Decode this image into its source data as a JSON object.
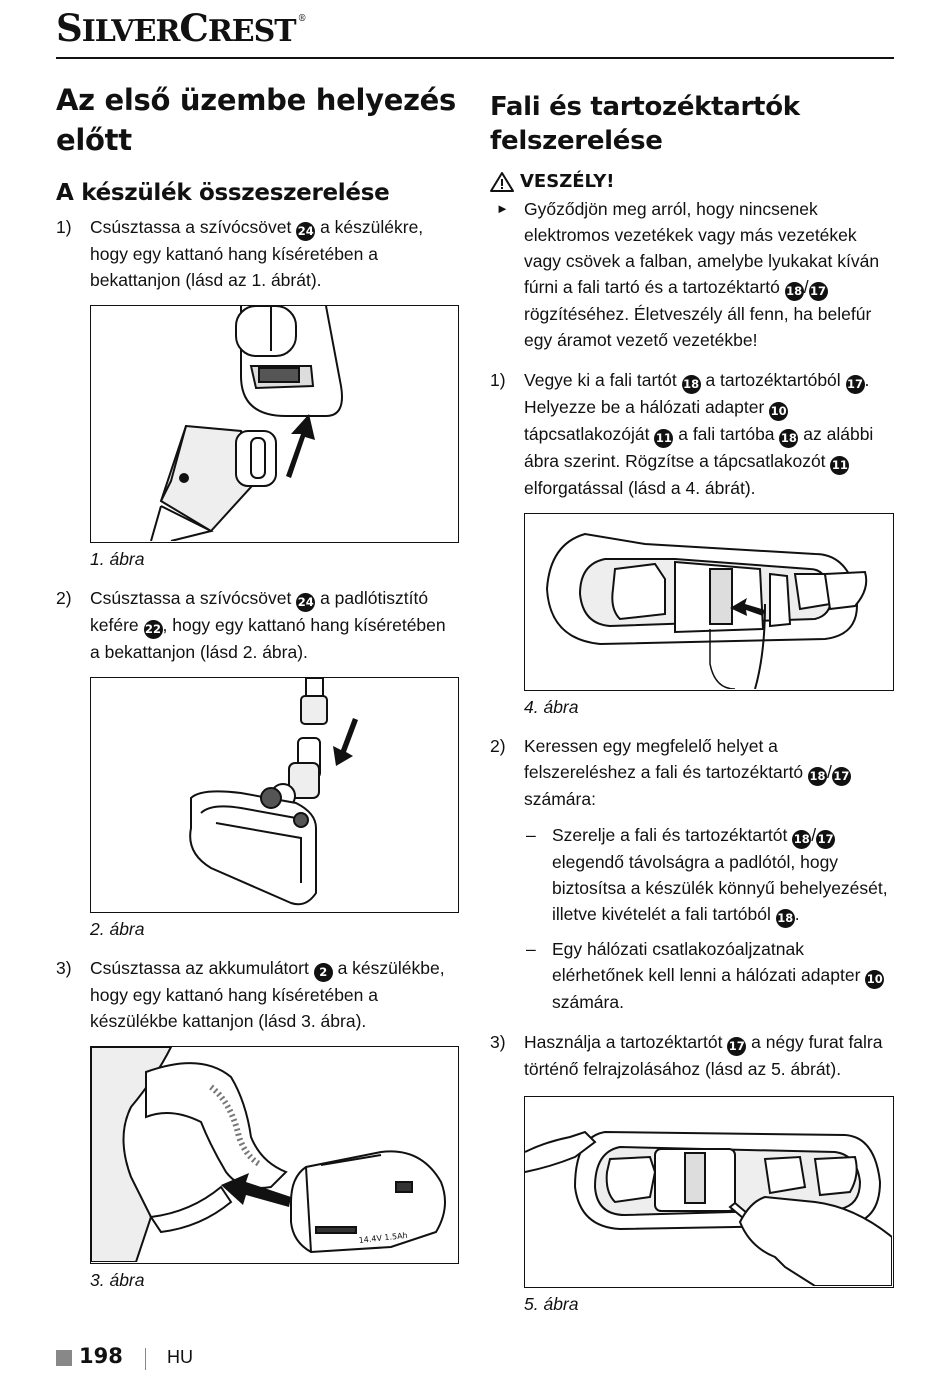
{
  "header": {
    "brand_first_letter": "S",
    "brand_first_rest": "ILVER",
    "brand_second_letter": "C",
    "brand_second_rest": "REST",
    "brand_mark": "®"
  },
  "left": {
    "title": "Az első üzembe helyezés előtt",
    "section_title": "A készülék összeszerelése",
    "step1": {
      "num": "1)",
      "text_a": "Csúsztassa a szívócsövet ",
      "ref_a": "24",
      "text_b": " a készülékre, hogy egy kattanó hang kíséretében a bekattanjon (lásd az 1. ábrát)."
    },
    "fig1_caption": "1. ábra",
    "step2": {
      "num": "2)",
      "text_a": "Csúsztassa a szívócsövet ",
      "ref_a": "24",
      "text_b": " a padlótisztító kefére ",
      "ref_b": "22",
      "text_c": ", hogy egy kattanó hang kíséretében a bekattanjon (lásd 2. ábra)."
    },
    "fig2_caption": "2. ábra",
    "step3": {
      "num": "3)",
      "text_a": "Csúsztassa az akkumulátort ",
      "ref_a": "2",
      "text_b": " a készülékbe, hogy egy kattanó hang kíséretében a készülékbe kattanjon (lásd 3. ábra)."
    },
    "fig3_caption": "3. ábra",
    "battery_label": "14.4V 1.5Ah"
  },
  "right": {
    "title": "Fali és tartozéktartók felszerelése",
    "danger_label": "VESZÉLY!",
    "danger": {
      "text_a": "Győződjön meg arról, hogy nincsenek elektromos vezetékek vagy más vezetékek vagy csövek a falban, amelybe lyukakat kíván fúrni a fali tartó és a tartozéktartó ",
      "ref_a": "18",
      "sep": "/",
      "ref_b": "17",
      "text_b": " rögzítéséhez. Életveszély áll fenn, ha belefúr egy áramot vezető vezetékbe!"
    },
    "step1": {
      "num": "1)",
      "text_a": "Vegye ki a fali tartót ",
      "ref_a": "18",
      "text_b": " a tartozéktartóból ",
      "ref_b": "17",
      "text_c": ". Helyezze be a hálózati adapter ",
      "ref_c": "10",
      "text_d": " tápcsatlakozóját ",
      "ref_d": "11",
      "text_e": " a fali tartóba ",
      "ref_e": "18",
      "text_f": " az alábbi ábra szerint. Rögzítse a tápcsatlakozót ",
      "ref_f": "11",
      "text_g": " elforgatással (lásd a 4. ábrát)."
    },
    "fig4_caption": "4. ábra",
    "step2": {
      "num": "2)",
      "text_a": "Keressen egy megfelelő helyet a felszereléshez a fali és tartozéktartó ",
      "ref_a": "18",
      "sep": "/",
      "ref_b": "17",
      "text_b": " számára:"
    },
    "dash1": {
      "mark": "–",
      "text_a": "Szerelje a fali és tartozéktartót ",
      "ref_a": "18",
      "sep": "/",
      "ref_b": "17",
      "text_b": " elegendő távolságra a padlótól, hogy biztosítsa a készülék könnyű behelyezését, illetve kivételét a fali tartóból ",
      "ref_c": "18",
      "text_c": "."
    },
    "dash2": {
      "mark": "–",
      "text_a": "Egy hálózati csatlakozóaljzatnak elérhetőnek kell lenni a hálózati adapter ",
      "ref_a": "10",
      "text_b": " számára."
    },
    "step3": {
      "num": "3)",
      "text_a": "Használja a tartozéktartót ",
      "ref_a": "17",
      "text_b": " a négy furat falra történő felrajzolásához (lásd az 5. ábrát)."
    },
    "fig5_caption": "5. ábra"
  },
  "footer": {
    "page": "198",
    "lang": "HU"
  }
}
